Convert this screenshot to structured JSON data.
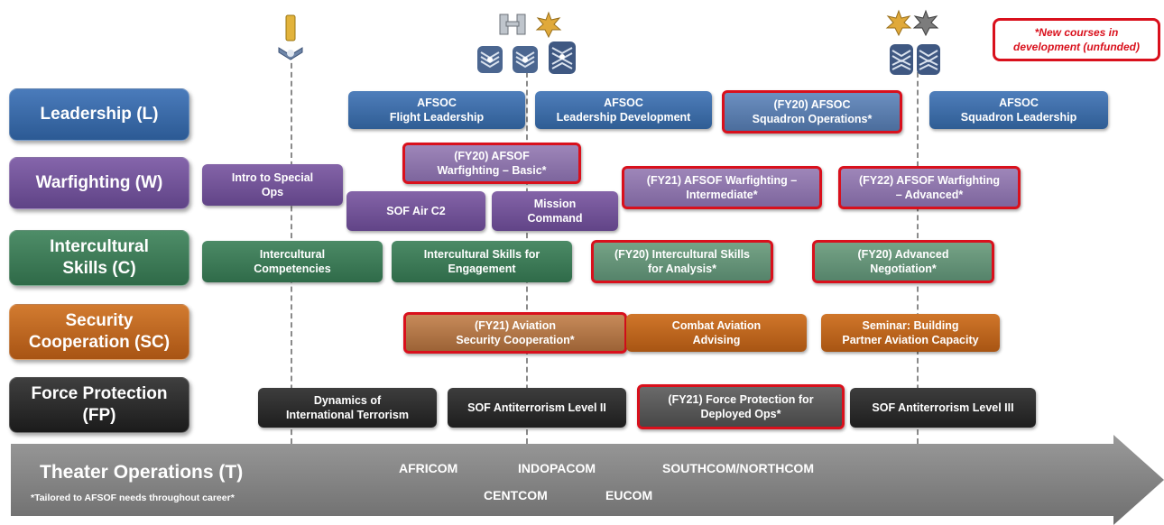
{
  "note": "*New courses in\ndevelopment (unfunded)",
  "categories": [
    {
      "label": "Leadership (L)"
    },
    {
      "label": "Warfighting (W)"
    },
    {
      "label": "Intercultural\nSkills (C)"
    },
    {
      "label": "Security\nCooperation (SC)"
    },
    {
      "label": "Force Protection\n(FP)"
    }
  ],
  "courses": {
    "l1": "AFSOC\nFlight Leadership",
    "l2": "AFSOC\nLeadership Development",
    "l3": "(FY20) AFSOC\nSquadron Operations*",
    "l4": "AFSOC\nSquadron Leadership",
    "w1": "Intro to Special\nOps",
    "w2": "(FY20) AFSOF\nWarfighting – Basic*",
    "w3": "SOF Air C2",
    "w4": "Mission\nCommand",
    "w5": "(FY21) AFSOF Warfighting –\nIntermediate*",
    "w6": "(FY22) AFSOF Warfighting\n– Advanced*",
    "c1": "Intercultural\nCompetencies",
    "c2": "Intercultural Skills for\nEngagement",
    "c3": "(FY20) Intercultural Skills\nfor Analysis*",
    "c4": "(FY20) Advanced\nNegotiation*",
    "sc1": "(FY21) Aviation\nSecurity Cooperation*",
    "sc2": "Combat Aviation\nAdvising",
    "sc3": "Seminar: Building\nPartner Aviation Capacity",
    "fp1": "Dynamics of\nInternational Terrorism",
    "fp2": "SOF Antiterrorism Level II",
    "fp3": "(FY21) Force Protection for\nDeployed Ops*",
    "fp4": "SOF Antiterrorism Level III"
  },
  "theater": {
    "title": "Theater Operations (T)",
    "subtitle": "*Tailored to AFSOF needs throughout career*",
    "commands": [
      "AFRICOM",
      "INDOPACOM",
      "SOUTHCOM/NORTHCOM",
      "CENTCOM",
      "EUCOM"
    ]
  },
  "colors": {
    "leadership": "#3a6aa6",
    "warfighting": "#71529a",
    "intercultural": "#3c7b57",
    "security_cooperation": "#c0651f",
    "force_protection": "#2a2a2a",
    "new_course_border": "#d9101c",
    "arrow": "#7d7d7d"
  },
  "icons": [
    "second-lieutenant-bar-insignia",
    "airman-chevron-insignia",
    "captain-bars-insignia",
    "major-oak-leaf-insignia",
    "staff-sergeant-chevron-insignia",
    "technical-sergeant-chevron-insignia",
    "master-sergeant-chevron-insignia",
    "lieutenant-colonel-oak-leaf-insignia",
    "senior-master-sergeant-chevron-insignia",
    "chief-master-sergeant-chevron-insignia"
  ]
}
